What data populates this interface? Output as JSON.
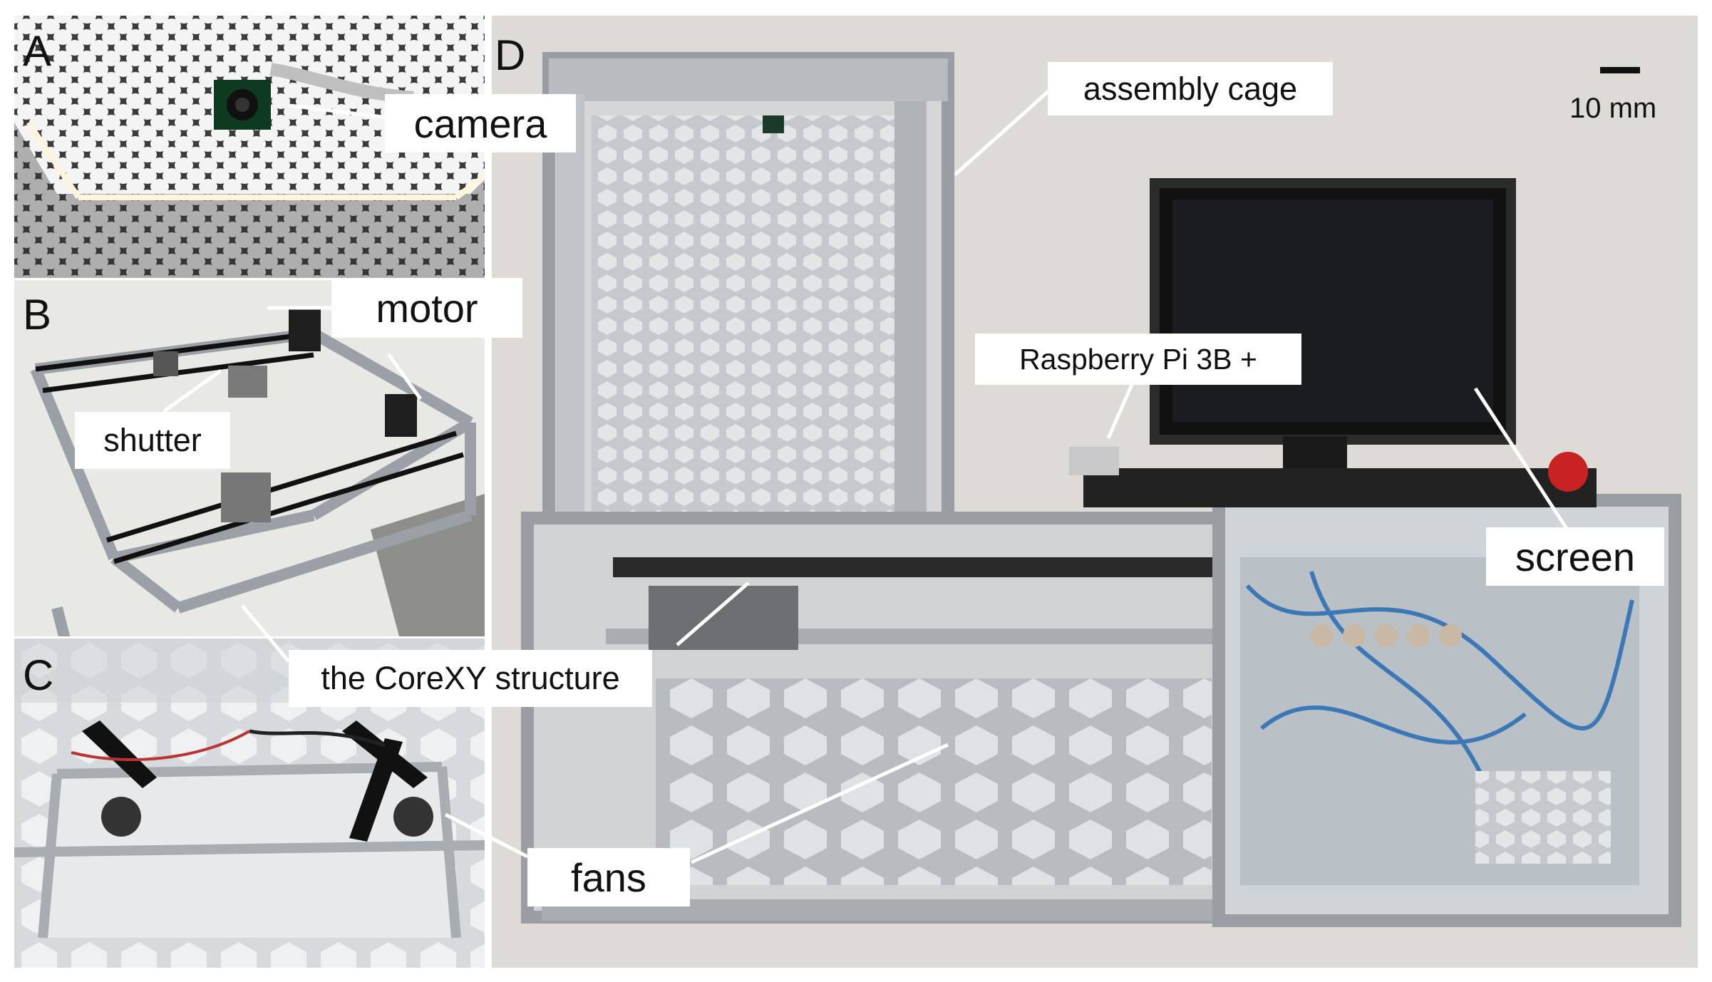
{
  "panels": {
    "a": "A",
    "b": "B",
    "c": "C",
    "d": "D"
  },
  "labels": {
    "camera": "camera",
    "motor": "motor",
    "shutter": "shutter",
    "corexy": "the CoreXY structure",
    "fans": "fans",
    "assembly_cage": "assembly cage",
    "raspberry_pi": "Raspberry Pi 3B +",
    "screen": "screen"
  },
  "scale_bar": {
    "label": "10 mm"
  }
}
